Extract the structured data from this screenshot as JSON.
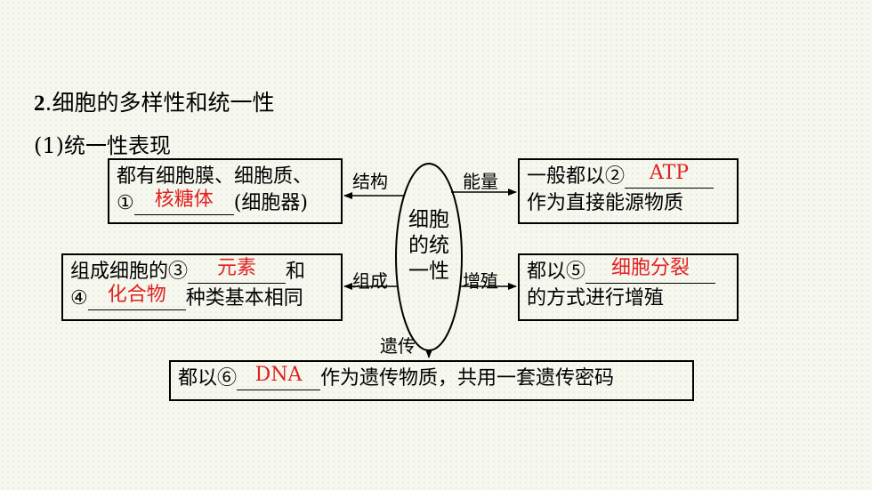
{
  "title": {
    "num": "2",
    "text": ".细胞的多样性和统一性"
  },
  "subtitle": "(1)统一性表现",
  "center": {
    "line1": "细胞",
    "line2": "的统",
    "line3": "一性"
  },
  "edges": {
    "left_top": "结构",
    "right_top": "能量",
    "left_mid": "组成",
    "right_mid": "增殖",
    "bottom": "遗传"
  },
  "box_structure": {
    "line1": "都有细胞膜、细胞质、",
    "marker": "①",
    "answer": "核糖体",
    "tail": "(细胞器)"
  },
  "box_energy": {
    "prefix": "一般都以②",
    "answer": "ATP",
    "line2": "作为直接能源物质"
  },
  "box_composition": {
    "prefix": "组成细胞的③",
    "answer1": "元素",
    "mid": "和",
    "marker": "④",
    "answer2": "化合物",
    "tail": "种类基本相同"
  },
  "box_reproduction": {
    "prefix": "都以⑤",
    "answer": "细胞分裂",
    "line2": "的方式进行增殖"
  },
  "box_heredity": {
    "prefix": "都以⑥",
    "answer": "DNA",
    "tail": "作为遗传物质，共用一套遗传密码"
  }
}
